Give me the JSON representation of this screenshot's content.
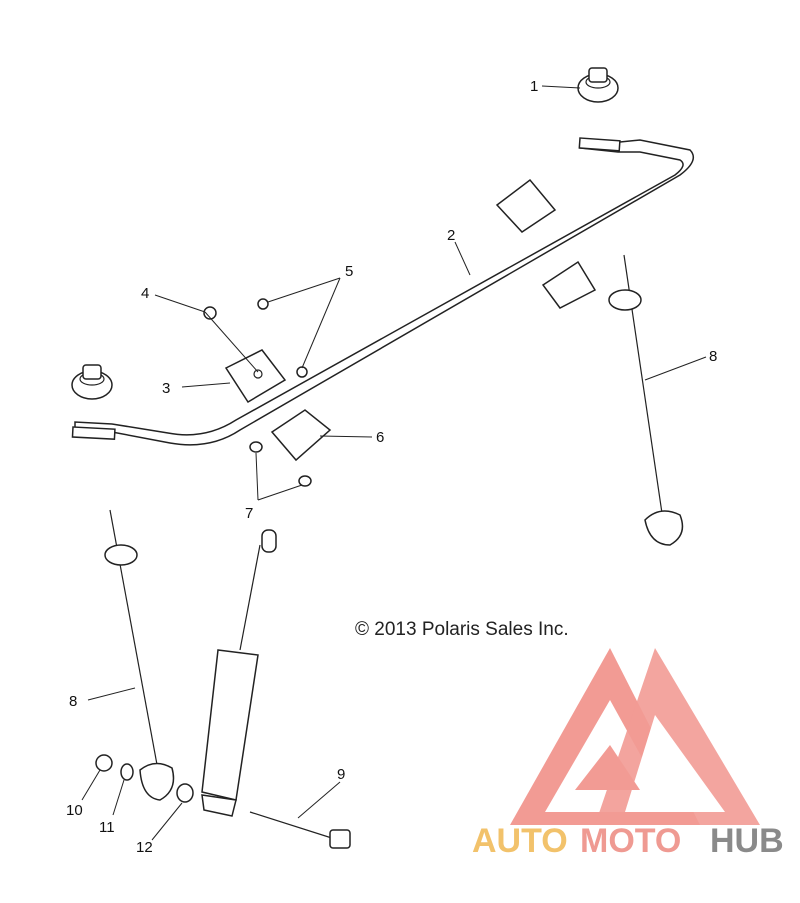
{
  "diagram": {
    "callouts": [
      "1",
      "2",
      "3",
      "4",
      "5",
      "6",
      "7",
      "8",
      "9",
      "10",
      "11",
      "12"
    ],
    "callout_second_8": "8",
    "copyright": "© 2013 Polaris Sales Inc."
  },
  "watermark": {
    "part_auto": "AUTO",
    "part_moto": "MOTO",
    "part_hub": "HUB",
    "colors": {
      "auto": "#f2c26b",
      "moto": "#ef9a92",
      "hub": "#8a8a8a",
      "logo": "#f08a82"
    }
  }
}
